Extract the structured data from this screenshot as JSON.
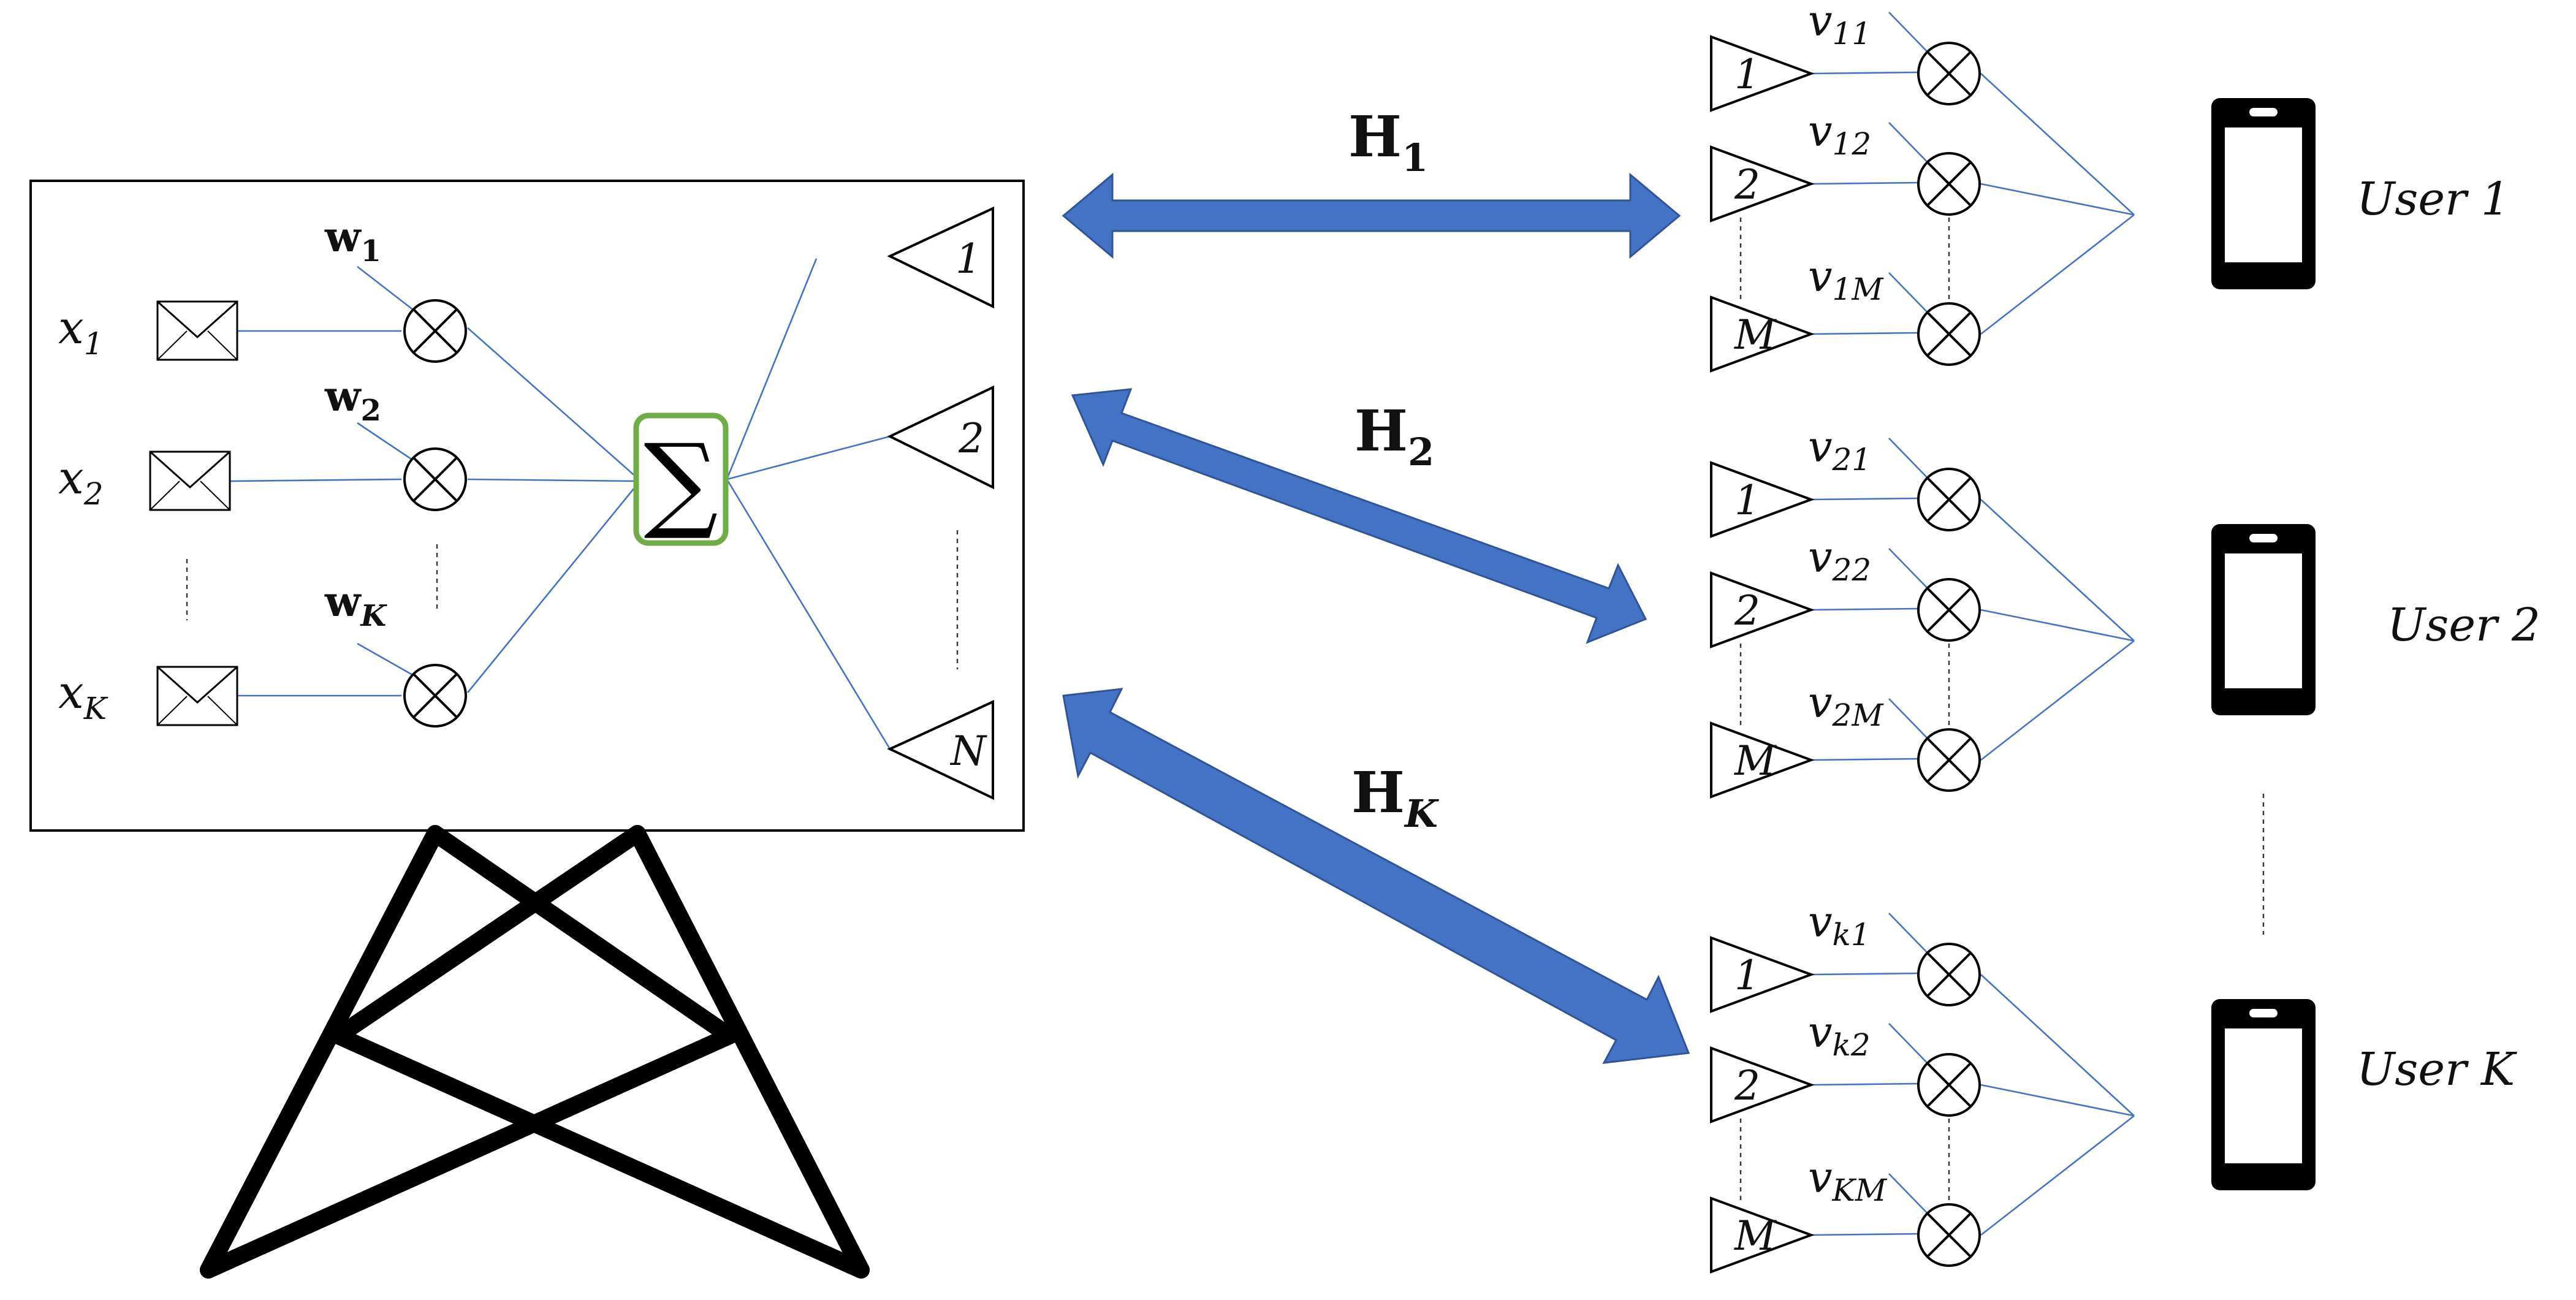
{
  "colors": {
    "link_arrow": "#4472C4",
    "wire": "#4472C4",
    "sum_box": "#70AD47",
    "ink": "#000000"
  },
  "base_station": {
    "streams": [
      {
        "symbol": "x",
        "sub": "1",
        "weight": "w",
        "weight_sub": "1"
      },
      {
        "symbol": "x",
        "sub": "2",
        "weight": "w",
        "weight_sub": "2"
      },
      {
        "symbol": "x",
        "sub": "K",
        "weight": "w",
        "weight_sub": "K"
      }
    ],
    "sum_symbol": "∑",
    "antennas": [
      "1",
      "2",
      "N"
    ],
    "icons": [
      "envelope-icon",
      "multiplier-icon",
      "summation-icon",
      "antenna-icon",
      "tower-icon"
    ]
  },
  "channels": [
    {
      "symbol": "H",
      "sub": "1"
    },
    {
      "symbol": "H",
      "sub": "2"
    },
    {
      "symbol": "H",
      "sub": "K"
    }
  ],
  "users": [
    {
      "label": "User 1",
      "antennas": [
        "1",
        "2",
        "M"
      ],
      "combiners": [
        {
          "symbol": "v",
          "sub": "11"
        },
        {
          "symbol": "v",
          "sub": "12"
        },
        {
          "symbol": "v",
          "sub": "1M"
        }
      ]
    },
    {
      "label": "User 2",
      "antennas": [
        "1",
        "2",
        "M"
      ],
      "combiners": [
        {
          "symbol": "v",
          "sub": "21"
        },
        {
          "symbol": "v",
          "sub": "22"
        },
        {
          "symbol": "v",
          "sub": "2M"
        }
      ]
    },
    {
      "label": "User K",
      "antennas": [
        "1",
        "2",
        "M"
      ],
      "combiners": [
        {
          "symbol": "v",
          "sub": "k1"
        },
        {
          "symbol": "v",
          "sub": "k2"
        },
        {
          "symbol": "v",
          "sub": "KM"
        }
      ]
    }
  ]
}
